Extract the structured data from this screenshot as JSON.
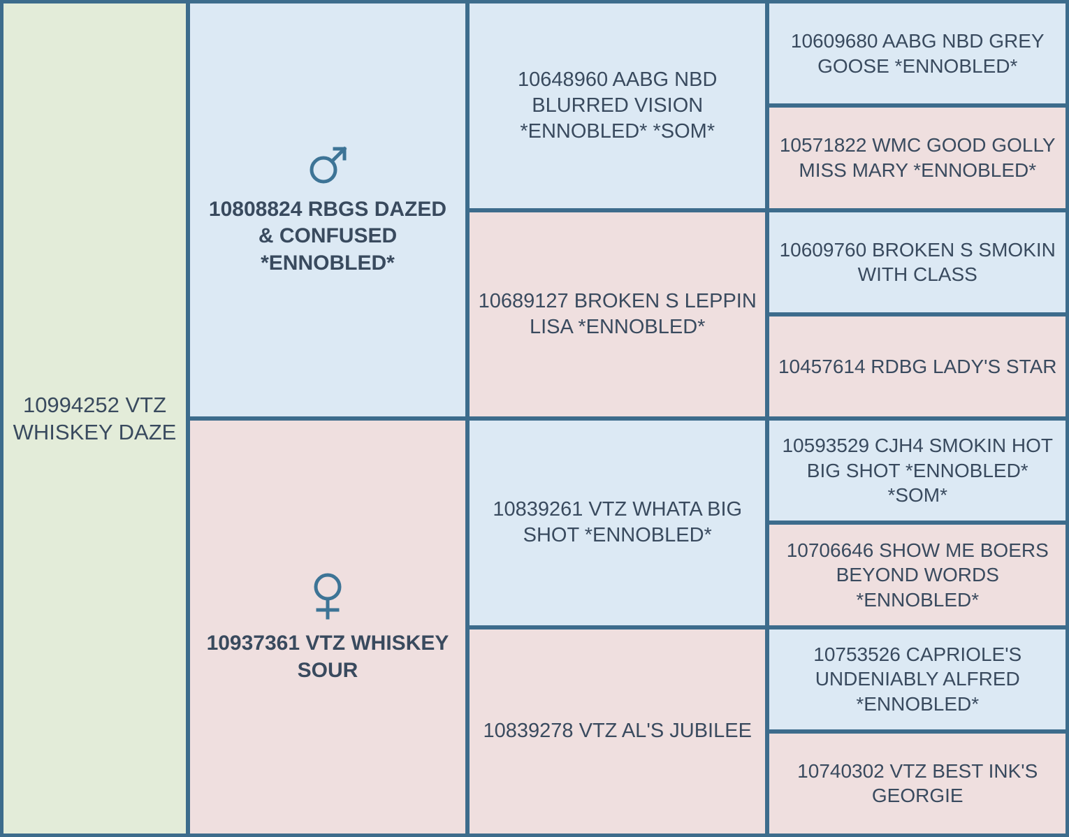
{
  "chart_type": "pedigree",
  "colors": {
    "border": "#3d6c8c",
    "male_background": "#dce9f4",
    "female_background": "#efdfdf",
    "root_background": "#e3ecd9",
    "text": "#394a5e",
    "sex_icon": "#3d7496"
  },
  "generation_1": {
    "subject": {
      "label": "10994252 VTZ WHISKEY DAZE",
      "sex": "unknown",
      "background": "root"
    }
  },
  "generation_2": {
    "sire": {
      "label": "10808824 RBGS DAZED & CONFUSED *ENNOBLED*",
      "sex": "male",
      "icon": "mars-icon",
      "background": "male"
    },
    "dam": {
      "label": "10937361 VTZ WHISKEY SOUR",
      "sex": "female",
      "icon": "venus-icon",
      "background": "female"
    }
  },
  "generation_3": [
    {
      "label": "10648960 AABG NBD BLURRED VISION *ENNOBLED* *SOM*",
      "sex": "male",
      "background": "male"
    },
    {
      "label": "10689127 BROKEN S LEPPIN LISA *ENNOBLED*",
      "sex": "female",
      "background": "female"
    },
    {
      "label": "10839261 VTZ WHATA BIG SHOT *ENNOBLED*",
      "sex": "male",
      "background": "male"
    },
    {
      "label": "10839278 VTZ AL'S JUBILEE",
      "sex": "female",
      "background": "female"
    }
  ],
  "generation_4": [
    {
      "label": "10609680 AABG NBD GREY GOOSE *ENNOBLED*",
      "sex": "male",
      "background": "male"
    },
    {
      "label": "10571822 WMC GOOD GOLLY MISS MARY *ENNOBLED*",
      "sex": "female",
      "background": "female"
    },
    {
      "label": "10609760 BROKEN S SMOKIN WITH CLASS",
      "sex": "male",
      "background": "male"
    },
    {
      "label": "10457614 RDBG LADY'S STAR",
      "sex": "female",
      "background": "female"
    },
    {
      "label": "10593529 CJH4 SMOKIN HOT BIG SHOT *ENNOBLED* *SOM*",
      "sex": "male",
      "background": "male"
    },
    {
      "label": "10706646 SHOW ME BOERS BEYOND WORDS *ENNOBLED*",
      "sex": "female",
      "background": "female"
    },
    {
      "label": "10753526 CAPRIOLE'S UNDENIABLY ALFRED *ENNOBLED*",
      "sex": "male",
      "background": "male"
    },
    {
      "label": "10740302 VTZ BEST INK'S GEORGIE",
      "sex": "female",
      "background": "female"
    }
  ]
}
